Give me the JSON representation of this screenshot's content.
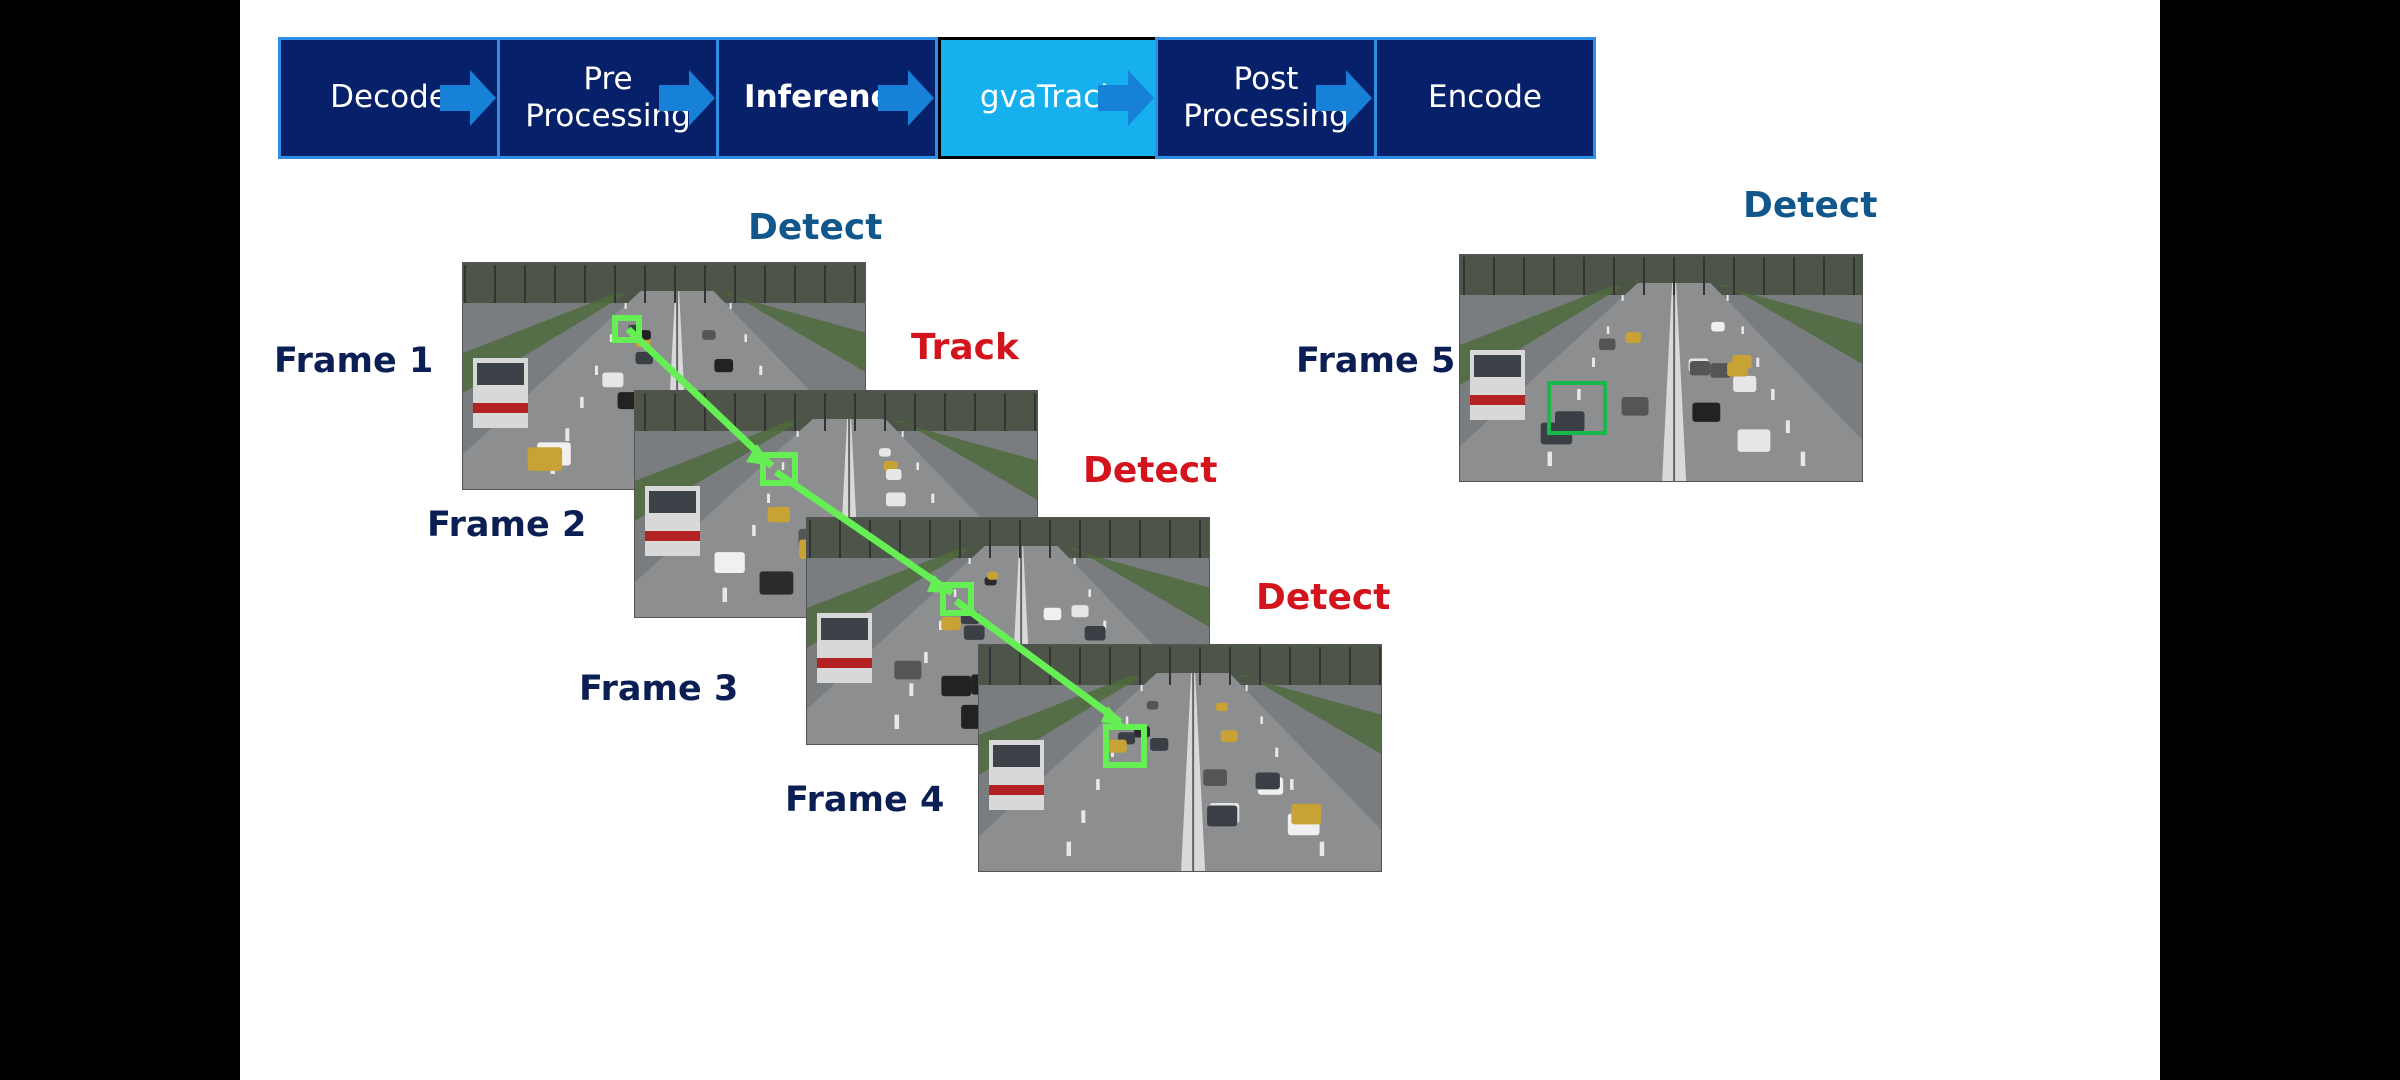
{
  "pipeline": {
    "stages": [
      {
        "label": "Decode"
      },
      {
        "label": "Pre\nProcessing"
      },
      {
        "label": "Inference",
        "bold": true
      },
      {
        "label": "gvaTrack",
        "highlight": true
      },
      {
        "label": "Post\nProcessing"
      },
      {
        "label": "Encode"
      }
    ]
  },
  "frames": {
    "frame1": {
      "label": "Frame 1",
      "action": "Detect"
    },
    "frame2": {
      "label": "Frame 2",
      "action": "Track"
    },
    "frame3": {
      "label": "Frame 3",
      "action": "Detect"
    },
    "frame4": {
      "label": "Frame 4",
      "action": "Detect"
    },
    "frame5": {
      "label": "Frame 5",
      "action": "Detect"
    }
  },
  "colors": {
    "stage_fill": "#07206a",
    "stage_border": "#2f8fe6",
    "track_stage_fill": "#16b0ef",
    "arrow_fill": "#1681d6",
    "detect_blue": "#12578c",
    "detect_red": "#d4141c",
    "track_line": "#66ef55",
    "bbox_frame5": "#19b84a"
  }
}
